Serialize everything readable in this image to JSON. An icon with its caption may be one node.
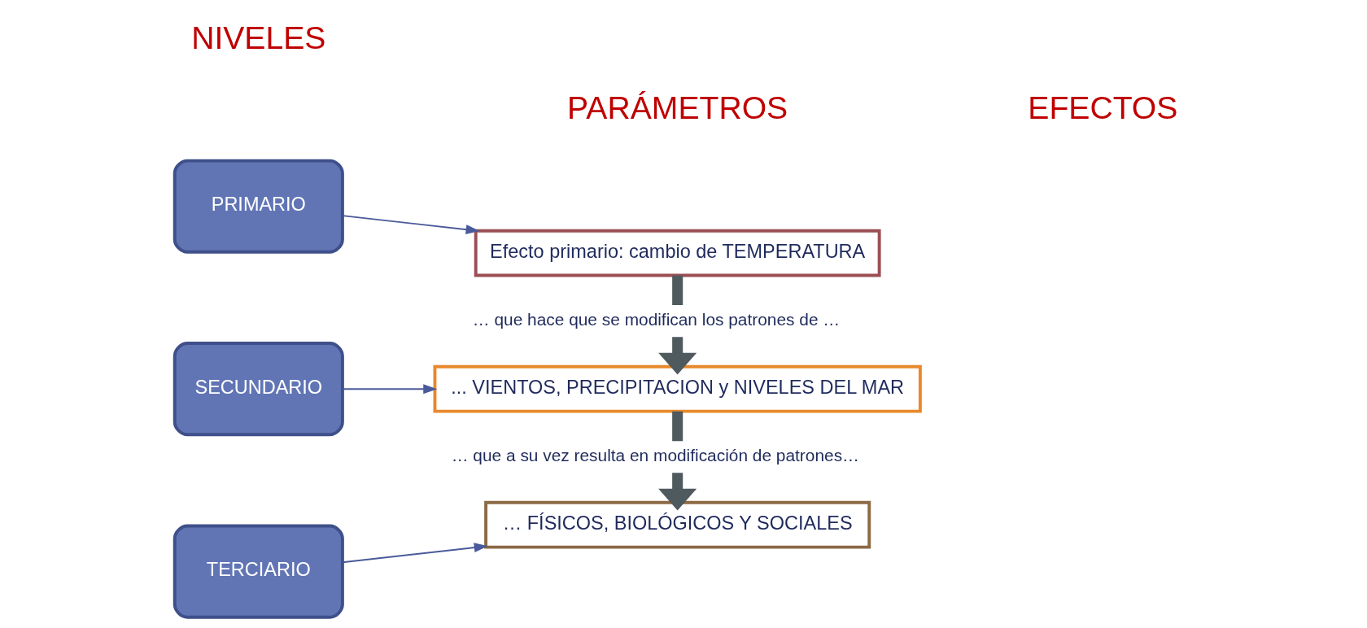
{
  "diagram": {
    "nodes": [
      {
        "text": [
          "PRIMARIO"
        ]
      },
      {
        "text": [
          "SECUNDARIO"
        ]
      },
      {
        "text": [
          "TERCIARIO"
        ]
      },
      {
        "text": [
          "Efecto primario: cambio de TEMPERATURA"
        ]
      },
      {
        "text": [
          "... VIENTOS, PRECIPITACION y NIVELES DEL MAR"
        ]
      },
      {
        "text": [
          "… FÍSICOS, BIOLÓGICOS Y SOCIALES"
        ]
      }
    ],
    "edges": [
      {
        "from": 0,
        "to": 3,
        "arrow": "to"
      },
      {
        "from": 1,
        "to": 4,
        "arrow": "to"
      },
      {
        "from": 2,
        "to": 5,
        "arrow": "to"
      },
      {
        "from": 3,
        "to": 4,
        "arrow": "to",
        "label": "… que hace que se modifican los patrones de …",
        "style": "thick",
        "color": "#4f5a5e"
      },
      {
        "from": 4,
        "to": 5,
        "arrow": "to",
        "label": "… que a su vez resulta en modificación de patrones…",
        "style": "thick",
        "color": "#4f5a5e"
      }
    ],
    "labels": [
      "NIVELES",
      "PARÁMETROS",
      "EFECTOS"
    ]
  }
}
